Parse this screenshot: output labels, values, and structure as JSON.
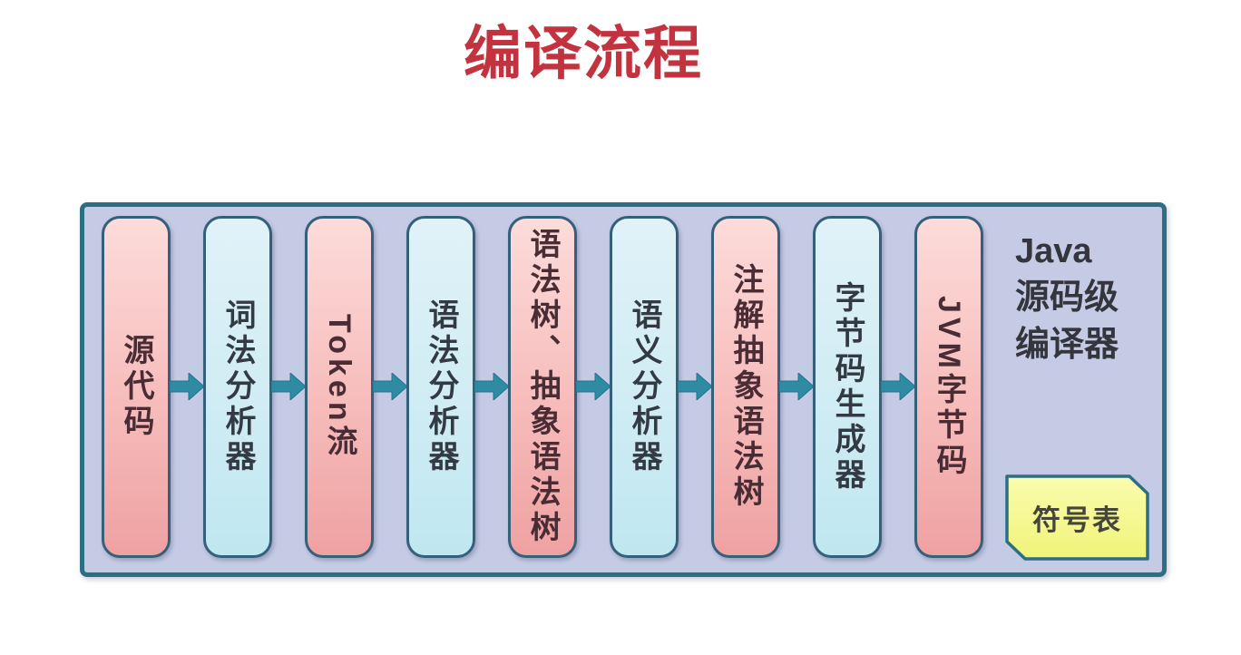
{
  "title": "编译流程",
  "flow": {
    "caption": "Java\n源码级\n编译器",
    "note_label": "符号表",
    "stages": [
      {
        "name": "source-code",
        "label": "源代码",
        "variant": "pink"
      },
      {
        "name": "lexical-analyzer",
        "label": "词法分析器",
        "variant": "blue"
      },
      {
        "name": "token-stream",
        "label": "Token流",
        "variant": "pink"
      },
      {
        "name": "syntax-analyzer",
        "label": "语法分析器",
        "variant": "blue"
      },
      {
        "name": "syntax-tree-abstract-syntax-tree",
        "label": "语法树、抽象语法树",
        "variant": "pink"
      },
      {
        "name": "semantic-analyzer",
        "label": "语义分析器",
        "variant": "blue"
      },
      {
        "name": "annotated-abstract-syntax-tree",
        "label": "注解抽象语法树",
        "variant": "pink"
      },
      {
        "name": "bytecode-generator",
        "label": "字节码生成器",
        "variant": "blue"
      },
      {
        "name": "jvm-bytecode",
        "label": "JVM字节码",
        "variant": "pink"
      }
    ]
  },
  "colors": {
    "title_red": "#c2323f",
    "container_bg": "#c6cbe5",
    "container_border": "#2c6e84",
    "stage_border": "#35607a",
    "arrow_teal": "#2e8ba4",
    "stage_pink_top": "#fcdcda",
    "stage_pink_bottom": "#efa1a2",
    "stage_blue_top": "#e1f2f8",
    "stage_blue_bottom": "#bfe7f0",
    "note_yellow_top": "#fbfcb0",
    "note_yellow_bottom": "#f0f378",
    "stage_text_pink": "#4a2c34",
    "stage_text_blue": "#333a44",
    "caption_text": "#35353d"
  }
}
